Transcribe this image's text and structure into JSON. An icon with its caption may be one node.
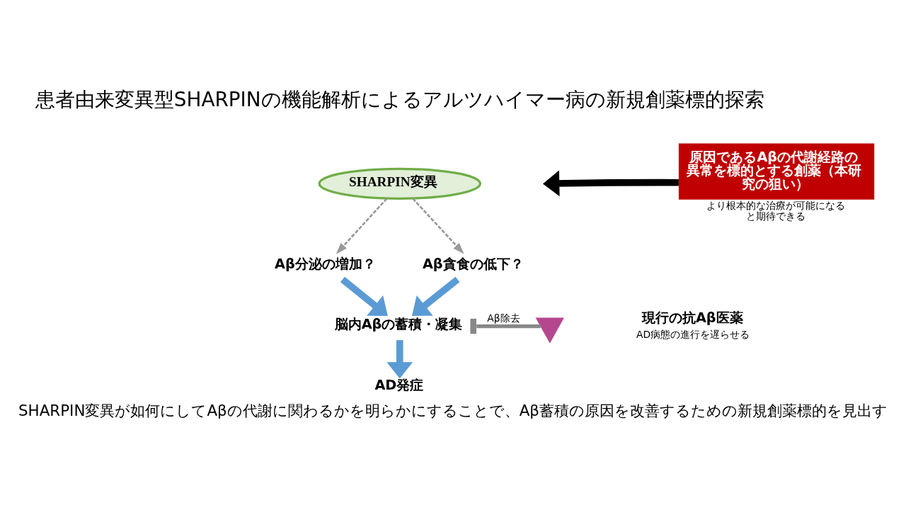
{
  "diagram": {
    "title": "患者由来変異型SHARPINの機能解析によるアルツハイマー病の新規創薬標的探索",
    "caption": "SHARPIN変異が如何にしてAβの代謝に関わるかを明らかにすることで、Aβ蓄積の原因を改善するための新規創薬標的を見出す",
    "nodes": [
      {
        "text": [
          "SHARPIN変異"
        ]
      },
      {
        "text": [
          "Aβ分泌の増加？"
        ]
      },
      {
        "text": [
          "Aβ貪食の低下？"
        ]
      },
      {
        "text": [
          "脳内Aβの蓄積・凝集"
        ]
      },
      {
        "text": [
          "AD発症"
        ]
      },
      {
        "text": [
          "原因であるAβの代謝経路の異常を標的とする創薬（本研究の狙い）"
        ],
        "beside": [
          "より根本的な治療が可能になると期待できる"
        ]
      },
      {
        "text": [],
        "shape": "picture"
      },
      {
        "text": [
          "現行の抗Aβ医薬"
        ],
        "beside": [
          "AD病態の進行を遅らせる"
        ]
      }
    ],
    "edges": [
      {
        "from": 0,
        "to": 1,
        "arrow": "to",
        "style": "dashed",
        "color": "#999999"
      },
      {
        "from": 0,
        "to": 2,
        "arrow": "to",
        "style": "dashed",
        "color": "#999999"
      },
      {
        "from": 1,
        "to": 3,
        "arrow": "to"
      },
      {
        "from": 2,
        "to": 3,
        "arrow": "to"
      },
      {
        "from": 3,
        "to": 4,
        "arrow": "to"
      },
      {
        "from": 6,
        "to": 3,
        "arrow": "other",
        "label": "Aβ除去",
        "color": "#888888"
      },
      {
        "from": 5,
        "to": null,
        "arrow": "to",
        "color": "#000000"
      }
    ]
  }
}
